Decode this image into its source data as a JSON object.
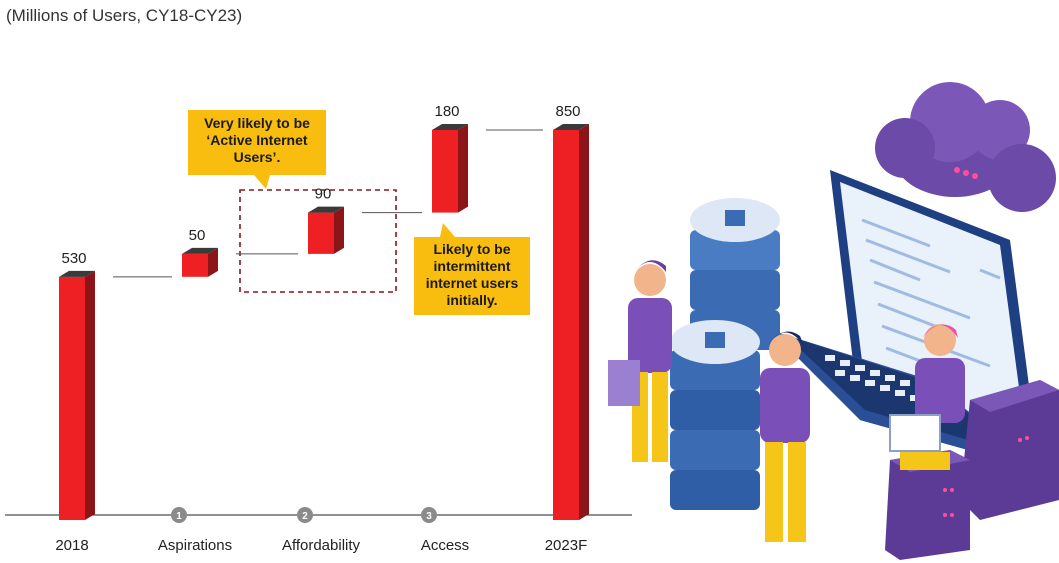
{
  "subtitle": "(Millions of Users, CY18-CY23)",
  "colors": {
    "bar_front": "#ee2024",
    "bar_side": "#8b1518",
    "bar_top": "#3a3a3a",
    "callout": "#f9bd0f",
    "step_badge": "#8a8a8a",
    "accent_purple": "#7b4fb8"
  },
  "callouts": {
    "affordability_note": [
      "Very likely to be",
      "‘Active Internet",
      "Users’."
    ],
    "access_note": [
      "Likely to be",
      "intermittent",
      "internet users",
      "initially."
    ]
  },
  "chart_data": {
    "type": "bar",
    "subtype": "waterfall",
    "categories": [
      "2018",
      "Aspirations",
      "Affordability",
      "Access",
      "2023F"
    ],
    "step_badges": [
      "",
      "1",
      "2",
      "3",
      ""
    ],
    "values": [
      530,
      50,
      90,
      180,
      850
    ],
    "value_labels": [
      "530",
      "50",
      "90",
      "180",
      "850"
    ],
    "kinds": [
      "total",
      "increment",
      "increment",
      "increment",
      "total"
    ],
    "ylim": [
      0,
      850
    ],
    "grid": false,
    "title": "",
    "xlabel": "",
    "ylabel": ""
  }
}
